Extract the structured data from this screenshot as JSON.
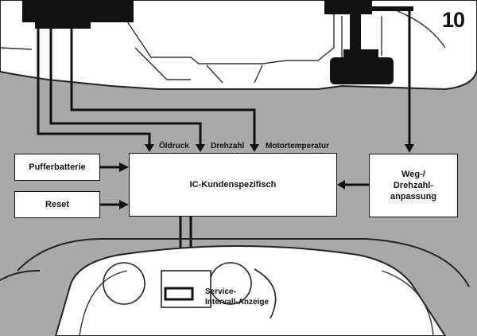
{
  "figure_number": "10",
  "blocks": {
    "pufferbatterie": "Pufferbatterie",
    "reset": "Reset",
    "ic": "IC-Kundenspezifisch",
    "weg": "Weg-/\nDrehzahl-\nanpassung"
  },
  "signals": {
    "oldruck": "Öldruck",
    "drehzahl": "Drehzahl",
    "motortemperatur": "Motortemperatur"
  },
  "display_label": "Service-\nIntervall-Anzeige",
  "colors": {
    "background": "#a9a9a9",
    "ink": "#111111",
    "paper": "#ffffff"
  }
}
